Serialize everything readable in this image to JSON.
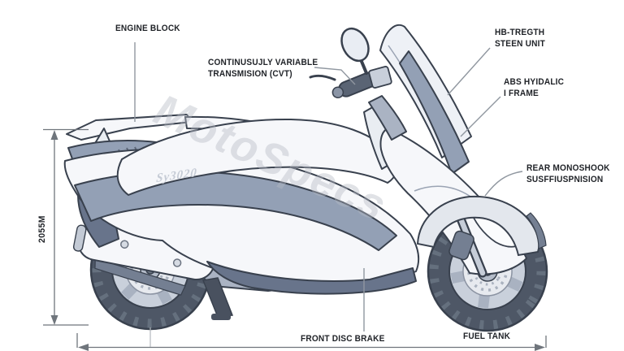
{
  "watermark": "MotoSpecs",
  "badge": "Sy3020",
  "callouts": {
    "engine_block": {
      "label": "ENGINE BLOCK"
    },
    "cvt": {
      "line1": "CONTINUSUJLY VARIABLE",
      "line2": "TRANSMISION (CVT)"
    },
    "steering": {
      "line1": "HB-TREGTH",
      "line2": "STEEN UNIT"
    },
    "abs": {
      "line1": "ABS HYIDALIC",
      "line2": "I FRAME"
    },
    "rear_suspension": {
      "line1": "REAR MONOSHOOK",
      "line2": "SUSFFIUSPNISION"
    },
    "front_disc_brake": {
      "label": "FRONT DISC BRAKE"
    },
    "fuel_tank": {
      "label": "FUEL TANK"
    }
  },
  "dimensions": {
    "height": "2055M"
  },
  "colors": {
    "ink": "#39414e",
    "label": "#1f2227",
    "leader": "#9097a0",
    "dim": "#6f757c",
    "tire": "#4e5766",
    "tread": "#65707e",
    "rim": "#c9d0db",
    "spoke": "#a9b2c1",
    "disc": "#e7eaef",
    "hub": "#b4bcc9",
    "axle": "#6d7684",
    "body": "#f6f7fa",
    "body2": "#e9edf2",
    "glass": "#eef1f6",
    "accent": "#93a0b5",
    "accent_dark": "#68748b",
    "metal": "#aab3c3",
    "metal_dark": "#747f92",
    "dark": "#49515f",
    "watermark": "rgba(180,186,196,0.42)"
  }
}
